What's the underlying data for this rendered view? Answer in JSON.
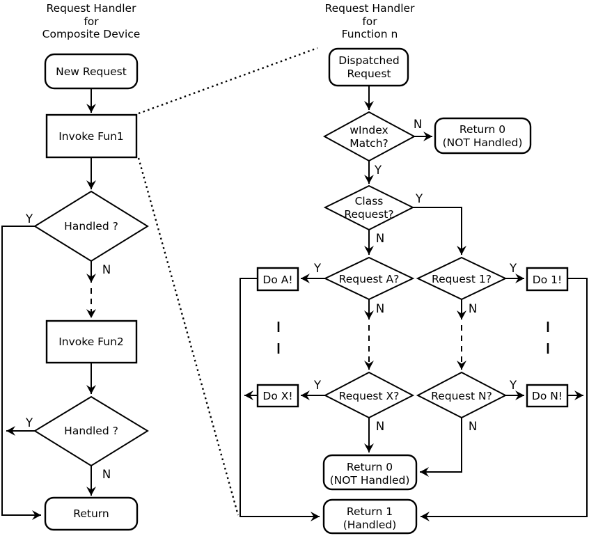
{
  "colors": {
    "ink": "#000000",
    "background": "#ffffff"
  },
  "decision_labels": {
    "yes": "Y",
    "no": "N"
  },
  "left_chart": {
    "title": [
      "Request Handler",
      "for",
      "Composite Device"
    ],
    "nodes": {
      "new_request": "New Request",
      "invoke_fun1": "Invoke Fun1",
      "handled_1": "Handled ?",
      "invoke_fun2": "Invoke Fun2",
      "handled_2": "Handled ?",
      "return": "Return"
    }
  },
  "right_chart": {
    "title": [
      "Request Handler",
      "for",
      "Function n"
    ],
    "nodes": {
      "dispatched_request": [
        "Dispatched",
        "Request"
      ],
      "windex_match": [
        "wIndex",
        "Match?"
      ],
      "return_0_top": [
        "Return 0",
        "(NOT Handled)"
      ],
      "class_request": [
        "Class",
        "Request?"
      ],
      "request_a": "Request A?",
      "request_1": "Request 1?",
      "do_a": "Do A!",
      "do_1": "Do 1!",
      "request_x": "Request X?",
      "request_n": "Request N?",
      "do_x": "Do X!",
      "do_n": "Do N!",
      "return_0_bottom": [
        "Return 0",
        "(NOT Handled)"
      ],
      "return_1": [
        "Return 1",
        "(Handled)"
      ]
    }
  }
}
